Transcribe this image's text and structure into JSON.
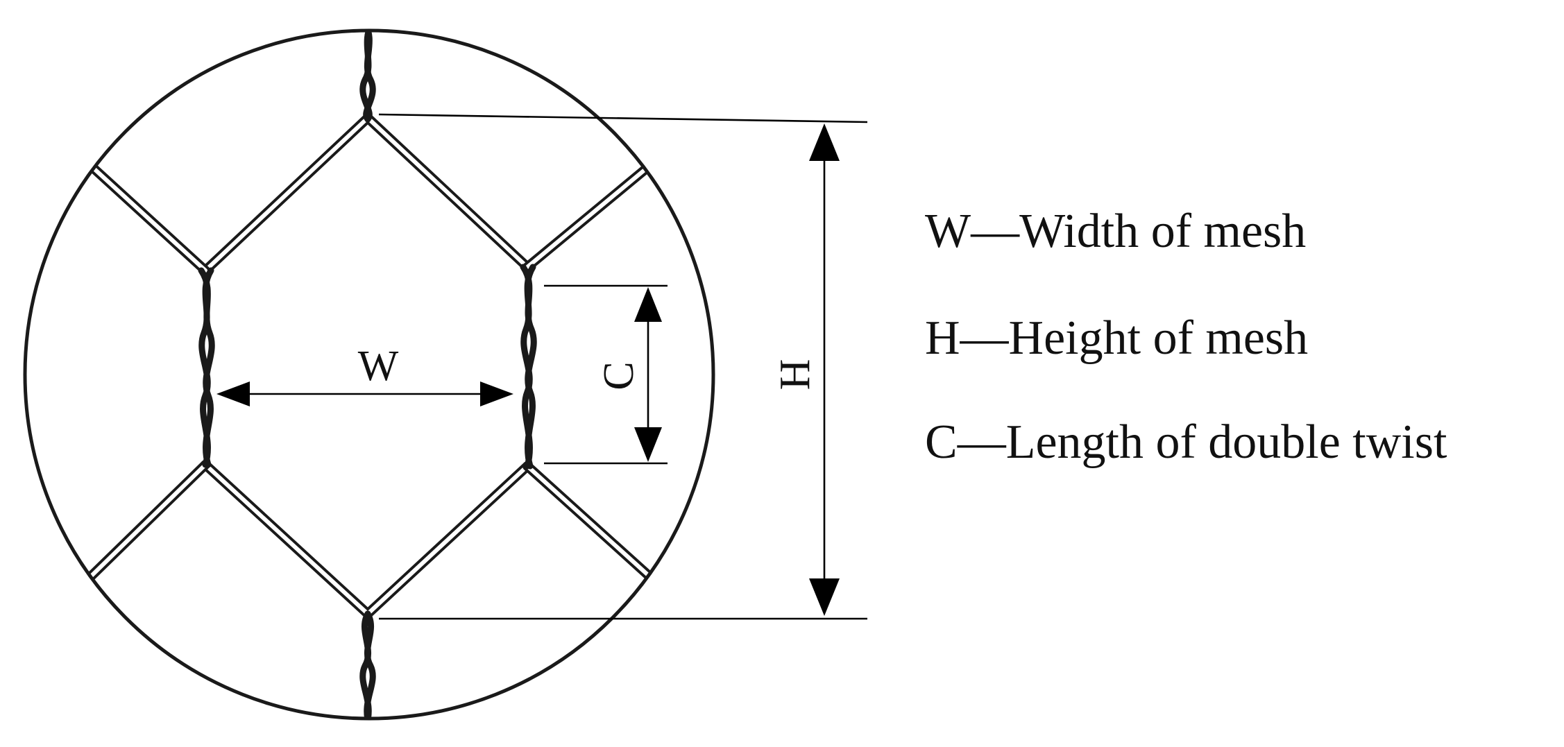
{
  "labels": {
    "w": "W",
    "h": "H",
    "c": "C"
  },
  "legend": [
    {
      "symbol": "W",
      "text": "W—Width of mesh"
    },
    {
      "symbol": "H",
      "text": "H—Height of mesh"
    },
    {
      "symbol": "C",
      "text": "C—Length of double twist"
    }
  ]
}
